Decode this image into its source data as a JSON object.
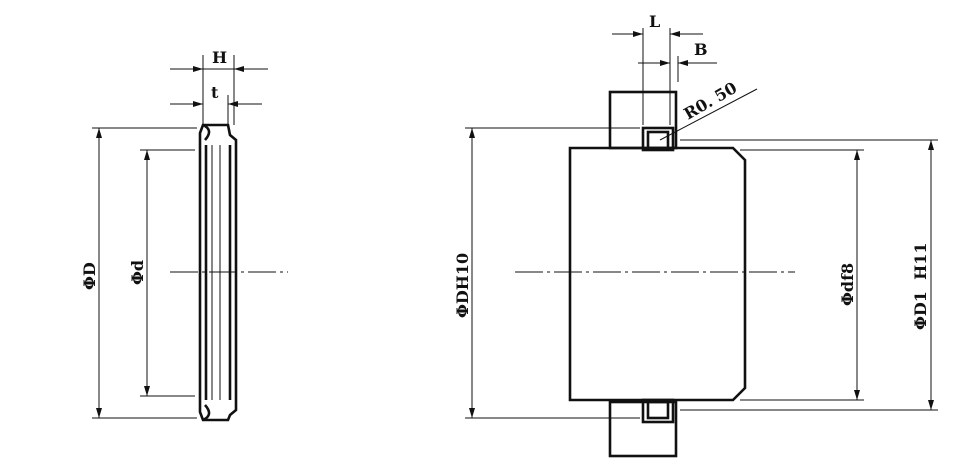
{
  "drawing": {
    "seal_view": {
      "labels": {
        "H": "H",
        "t": "t",
        "D": "ΦD",
        "d": "Φd"
      }
    },
    "assembly_view": {
      "labels": {
        "L": "L",
        "B": "B",
        "radius": "R0. 50",
        "bore": "ΦDH10",
        "shaft": "Φdf8",
        "groove": "ΦD1  H11"
      }
    },
    "colors": {
      "line": "#111111",
      "background": "#ffffff"
    }
  }
}
